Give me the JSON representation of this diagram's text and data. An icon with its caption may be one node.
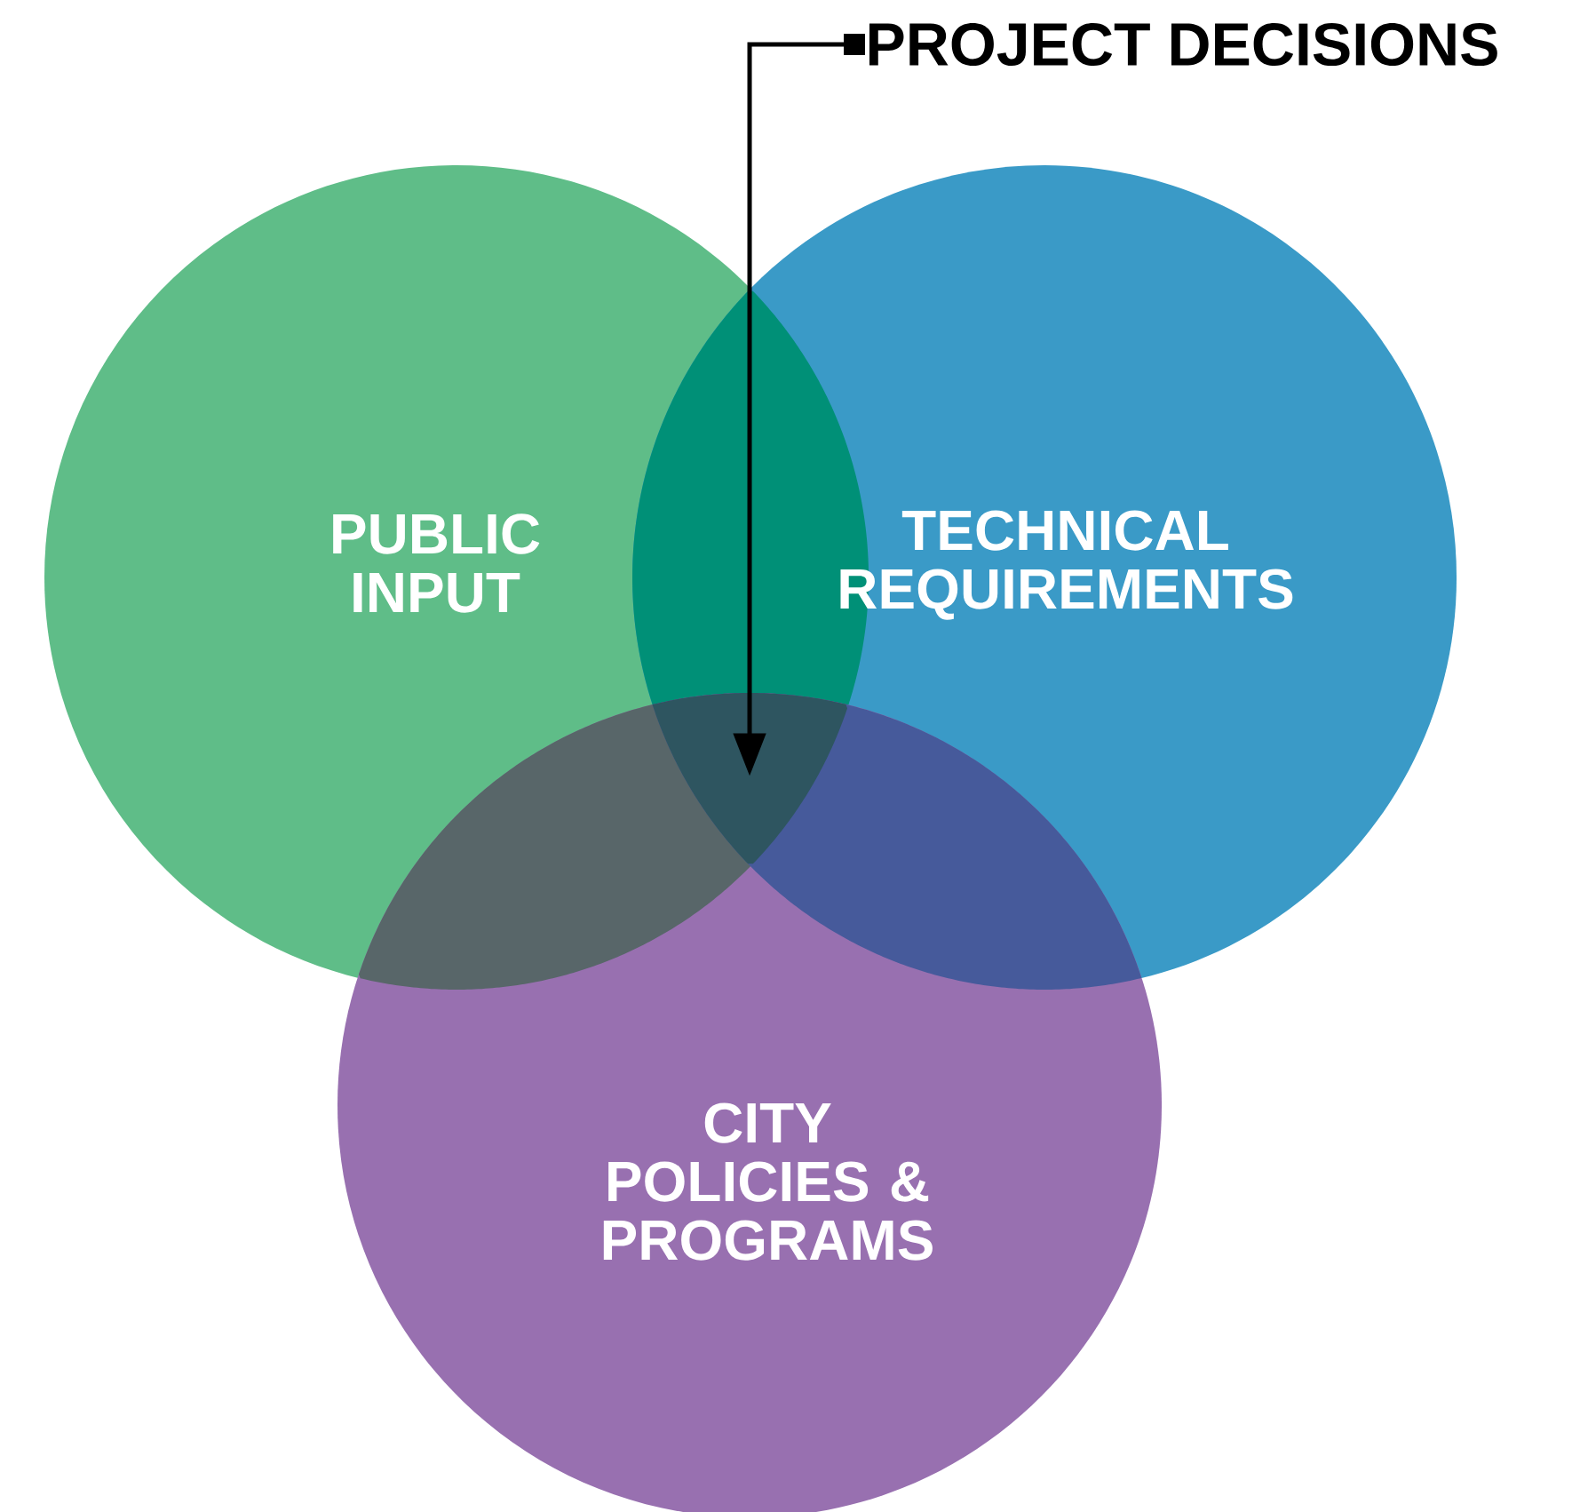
{
  "diagram": {
    "nodes": [
      {
        "text": [
          "PROJECT DECISIONS"
        ]
      },
      {
        "text": [
          "PUBLIC INPUT"
        ]
      },
      {
        "text": [
          "TECHNICAL REQUIREMENTS"
        ]
      },
      {
        "text": [
          "CITY POLICIES & PROGRAMS"
        ]
      },
      {
        "text": [],
        "shape": "region"
      }
    ],
    "edges": [
      {
        "from": 0,
        "to": 4,
        "arrow": "to"
      }
    ]
  }
}
